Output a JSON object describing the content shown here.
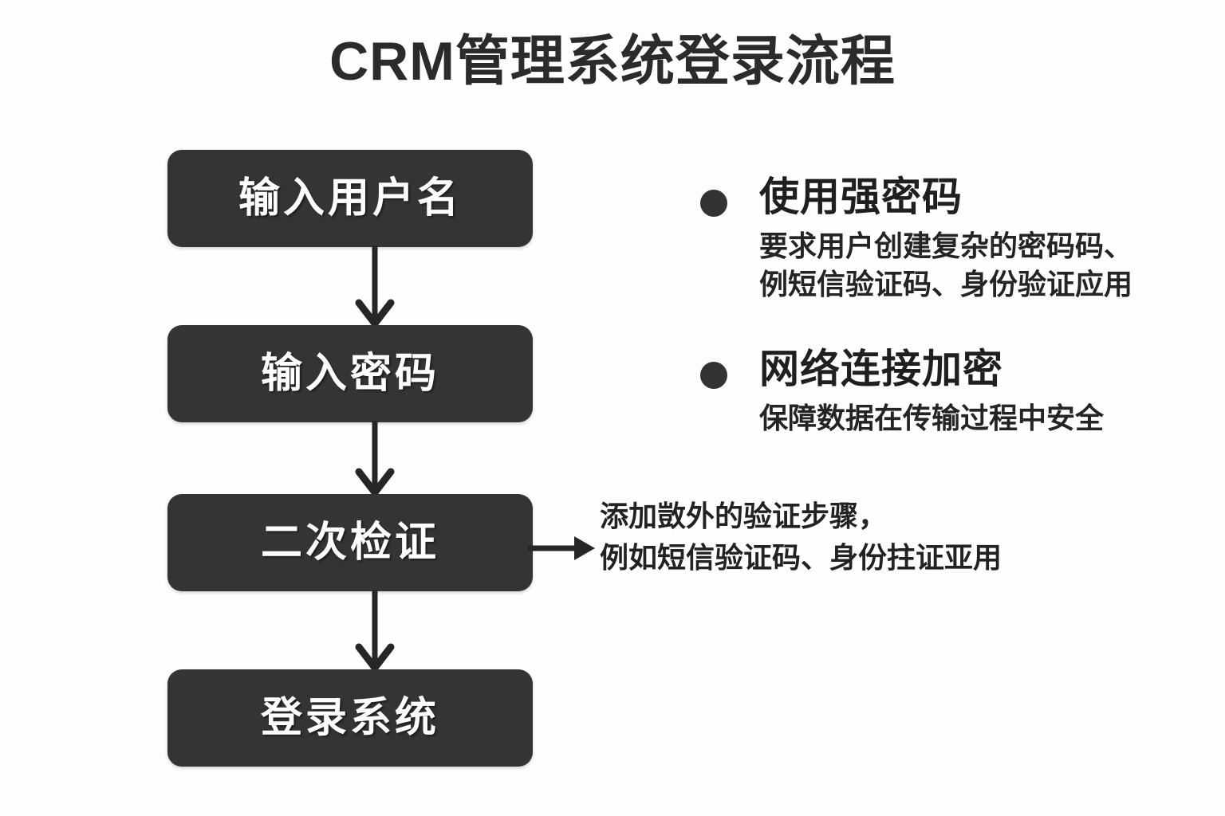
{
  "title": "CRM管理系统登录流程",
  "background_color": "#fefefe",
  "box_fill_color": "#343433",
  "box_text_color": "#fdfdfd",
  "accent_color": "#333333",
  "flow": {
    "steps": [
      {
        "label": "输入用户名"
      },
      {
        "label": "输入密码"
      },
      {
        "label": "二次检证"
      },
      {
        "label": "登录系统"
      }
    ],
    "connector_icons": [
      "arrow-down-icon",
      "arrow-down-icon",
      "arrow-down-icon",
      "arrow-right-icon"
    ]
  },
  "notes": {
    "bullets": [
      {
        "bullet_icon": "bullet-dot-icon",
        "heading": "使用强密码",
        "body_lines": [
          "要求用户创建复杂的密码码、",
          "例短信验证码、身份验证应用"
        ]
      },
      {
        "bullet_icon": "bullet-dot-icon",
        "heading": "网络连接加密",
        "body_lines": [
          "保障数据在传输过程中安全"
        ]
      }
    ]
  },
  "annotation": {
    "target_step": "二次检证",
    "lines": [
      "添加敳外的验证步骤，",
      "例如短信验证码、身份拄证亚用"
    ]
  }
}
